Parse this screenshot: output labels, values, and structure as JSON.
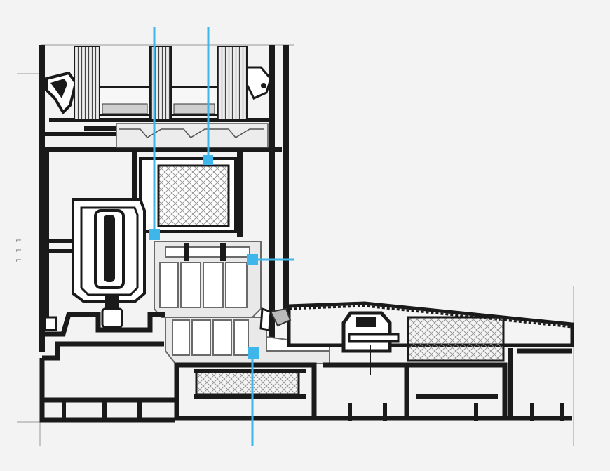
{
  "diagram": {
    "type": "window-frame-cross-section",
    "colors": {
      "background": "#f3f3f3",
      "profile": "#1a1a1a",
      "glazing": "#555555",
      "thermal_insert": "#e8e8e8",
      "insulation_hatch": "#9a9a9a",
      "callout": "#3fb6ea"
    },
    "callouts": [
      {
        "label": "",
        "target": "mullion-connector"
      },
      {
        "label": "",
        "target": "insulated-sash-core"
      },
      {
        "label": "",
        "target": "thermal-break-insert"
      },
      {
        "label": "",
        "target": "threshold-insulation"
      }
    ],
    "margin_marks": [
      "⌐",
      "⌐",
      "⌐"
    ]
  }
}
